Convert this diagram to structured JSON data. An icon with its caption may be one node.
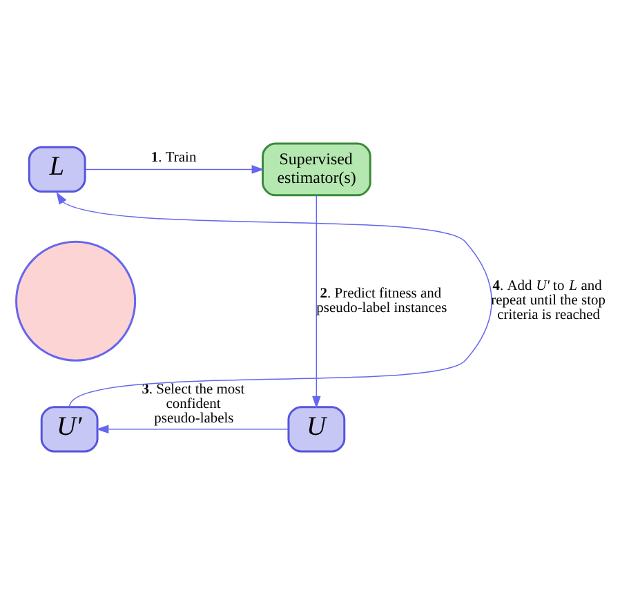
{
  "diagram": {
    "nodes": [
      {
        "text": [],
        "shape": "circle"
      },
      {
        "text": [
          "L"
        ]
      },
      {
        "text": [
          "Supervised estimator(s)"
        ]
      },
      {
        "text": [
          "U"
        ]
      },
      {
        "text": [
          "U′"
        ]
      }
    ],
    "edges": [
      {
        "from": 1,
        "to": 2,
        "arrow": "to",
        "label": "**1**. Train"
      },
      {
        "from": 2,
        "to": 3,
        "arrow": "to",
        "label": "**2**. Predict fitness and pseudo-label instances"
      },
      {
        "from": 3,
        "to": 4,
        "arrow": "to",
        "label": "**3**. Select the most confident pseudo-labels"
      },
      {
        "from": 4,
        "to": 1,
        "arrow": "to",
        "label": "**4**. Add *U′* to *L* and repeat until the stop criteria is reached"
      }
    ]
  }
}
